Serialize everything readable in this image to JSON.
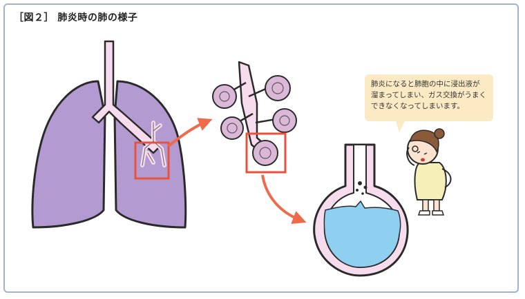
{
  "figure": {
    "title": "［図２］ 肺炎時の肺の様子"
  },
  "speech_bubble": {
    "lines": [
      "肺炎になると肺胞の中に浸出液が",
      "溜まってしまい、ガス交換がうまく",
      "できなくなってしまいます。"
    ]
  },
  "colors": {
    "lung": "#b39ad0",
    "airway": "#f6dcec",
    "outline": "#2a2a2a",
    "highlight_box": "#e8523a",
    "arrow": "#ef6a4b",
    "fluid": "#8fd0f0",
    "alveolus": "#dcb8d8",
    "bubble_bg": "#fbeac4",
    "frame": "#9fb3cf"
  }
}
